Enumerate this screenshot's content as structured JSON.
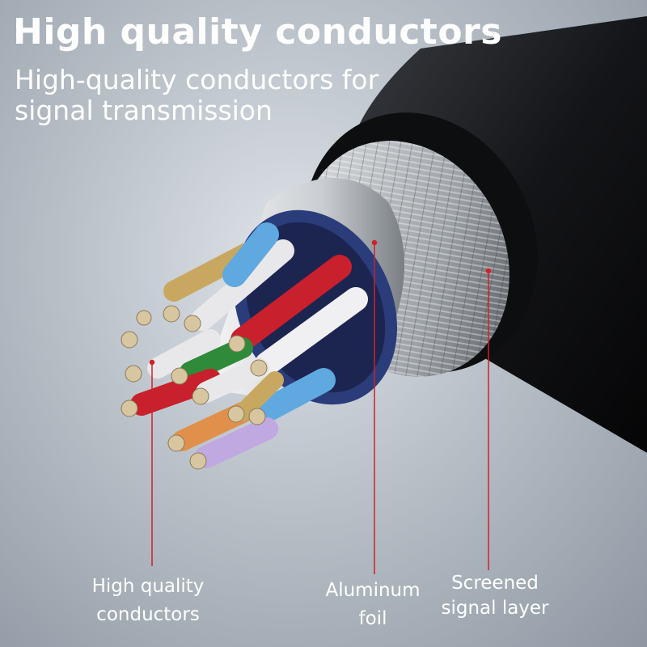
{
  "header": {
    "title": "High quality conductors",
    "subtitle": "High-quality conductors for signal transmission"
  },
  "callouts": [
    {
      "line1": "High quality",
      "line2": "conductors"
    },
    {
      "line1": "Aluminum",
      "line2": "foil"
    },
    {
      "line1": "Screened",
      "line2": "signal layer"
    }
  ],
  "colors": {
    "callout_line": "#d0202a",
    "text": "#ffffff"
  }
}
